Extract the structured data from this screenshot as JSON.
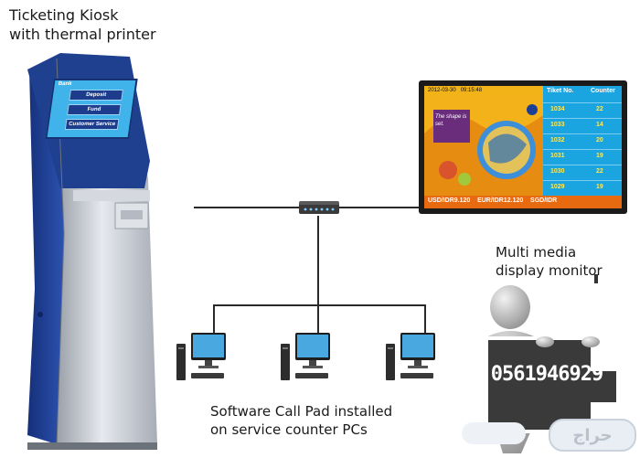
{
  "captions": {
    "kiosk_line1": "Ticketing Kiosk",
    "kiosk_line2": "with thermal printer",
    "monitor_line1": "Multi media",
    "monitor_line2": "display monitor",
    "pcs_line1": "Software Call Pad installed",
    "pcs_line2": "on service counter PCs"
  },
  "kiosk_screen": {
    "brand": "Bank",
    "buttons": [
      "Deposit",
      "Fund",
      "Customer Service"
    ]
  },
  "display": {
    "datetime": "2012-03-30   09:15:48",
    "headers": [
      "Tiket No.",
      "Counter"
    ],
    "rows": [
      {
        "ticket": "1034",
        "counter": "22"
      },
      {
        "ticket": "1033",
        "counter": "14"
      },
      {
        "ticket": "1032",
        "counter": "20"
      },
      {
        "ticket": "1031",
        "counter": "19"
      },
      {
        "ticket": "1030",
        "counter": "22"
      },
      {
        "ticket": "1029",
        "counter": "19"
      }
    ],
    "ad_text": "The shape is set.",
    "ticker": "USD/IDR9.120    EUR/IDR12.120    SGD/IDR"
  },
  "watermark": {
    "phone": "0561946929",
    "site_logo": "حراج"
  },
  "colors": {
    "kiosk_blue": "#1f3f8f",
    "kiosk_silver": "#c9cdd3",
    "screen_cyan": "#3fb3ea",
    "table_blue": "#1aa4e0",
    "ticker_orange": "#e86a10",
    "monitor_screen": "#4aa8e0"
  }
}
